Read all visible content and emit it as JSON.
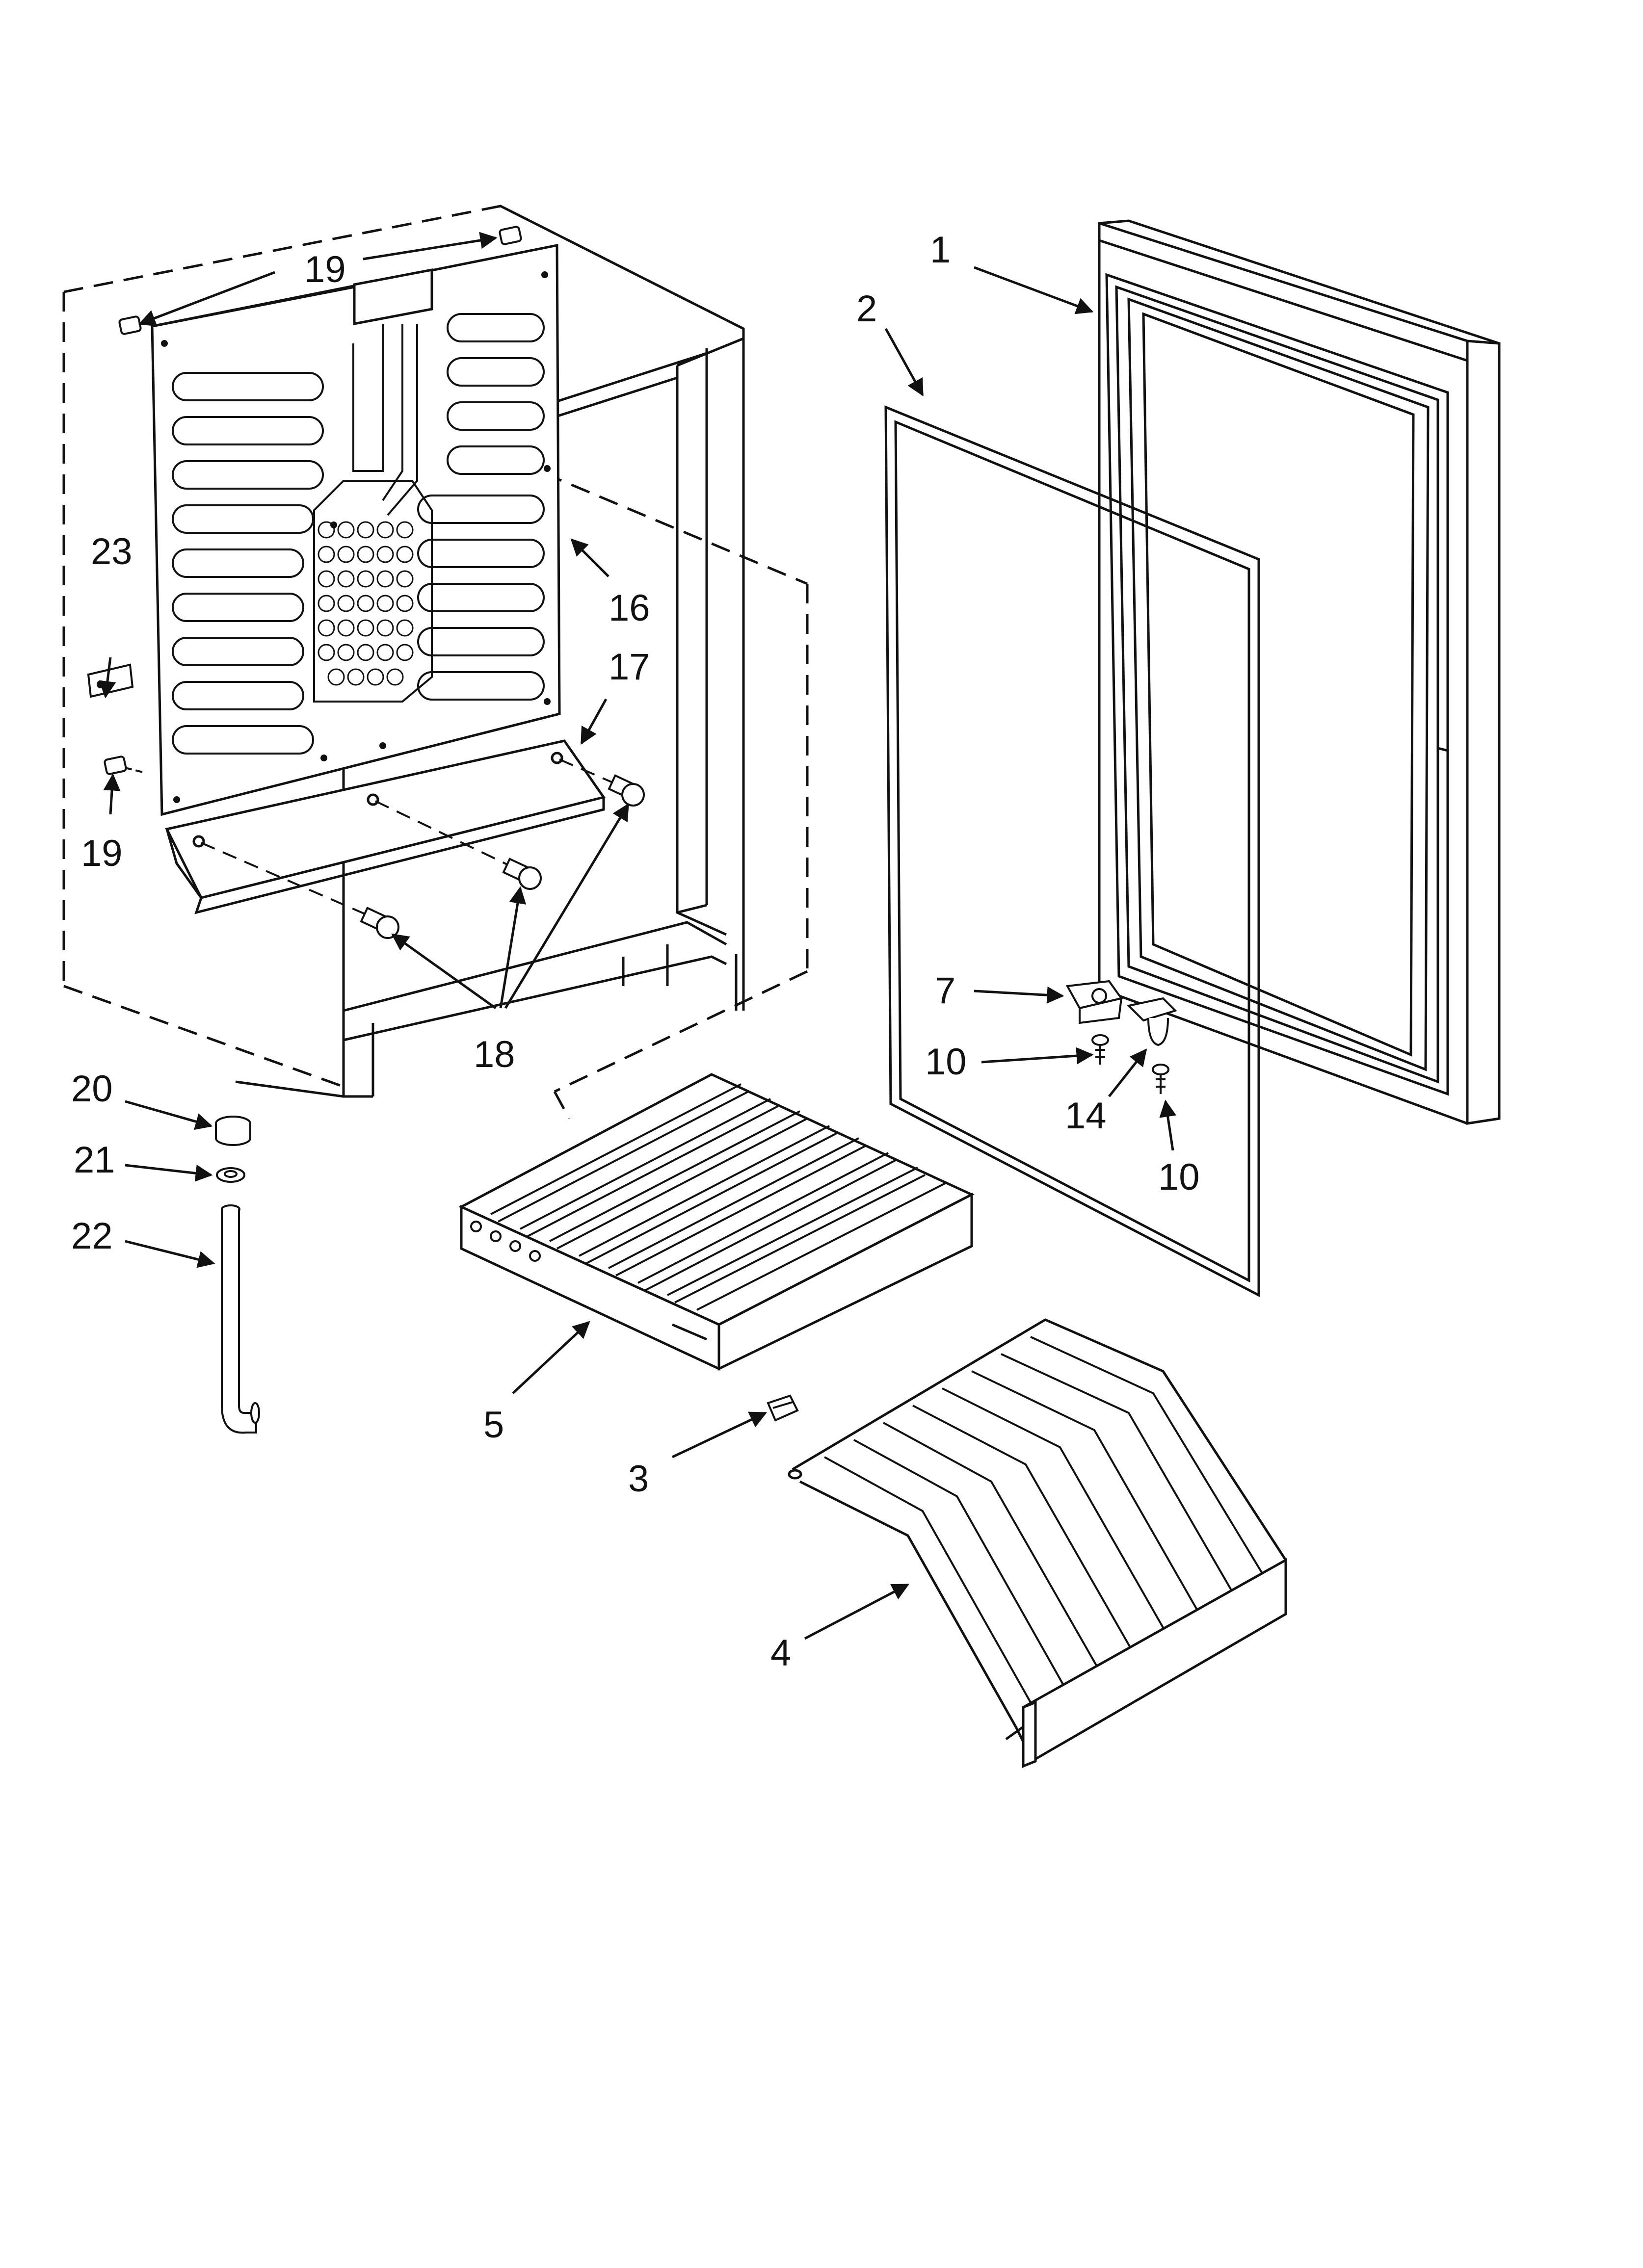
{
  "colors": {
    "line": "#111111",
    "fill": "#ffffff",
    "shade": "#d9d9d9"
  },
  "callouts": {
    "c1": "1",
    "c2": "2",
    "c3": "3",
    "c4": "4",
    "c5": "5",
    "c7": "7",
    "c10a": "10",
    "c10b": "10",
    "c14": "14",
    "c16": "16",
    "c17": "17",
    "c18": "18",
    "c19a": "19",
    "c19b": "19",
    "c20": "20",
    "c21": "21",
    "c22": "22",
    "c23": "23"
  }
}
